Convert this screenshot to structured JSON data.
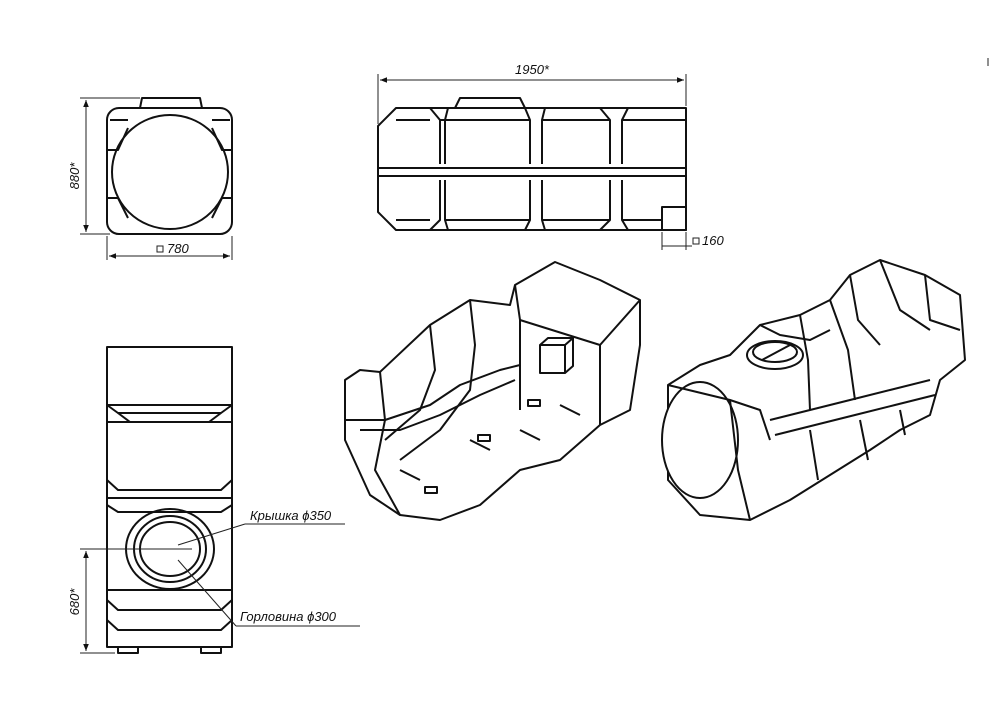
{
  "dimensions": {
    "front_height": "880*",
    "front_width": "780",
    "side_length": "1950*",
    "outlet_size": "160",
    "top_height": "680*"
  },
  "callouts": {
    "lid": "Крышка ϕ350",
    "neck": "Горловина ϕ300"
  },
  "colors": {
    "line": "#111111",
    "background": "#ffffff"
  },
  "icons": {
    "square_dimension": "square-symbol-icon"
  }
}
